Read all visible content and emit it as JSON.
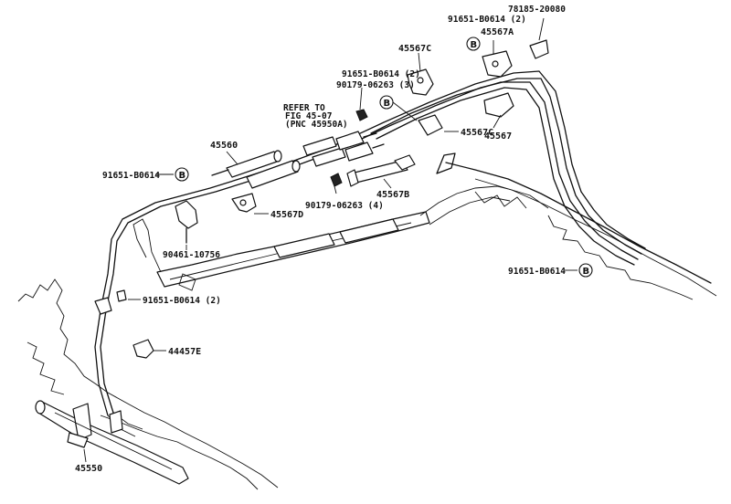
{
  "labels": {
    "p78185": "78185-20080",
    "p91651_top_a": "91651-B0614 (2)",
    "p45567A": "45567A",
    "p45567C_top": "45567C",
    "p91651_top_b": "91651-B0614 (2)",
    "p90179_a": "90179-06263 (3)",
    "refer_1": "REFER TO",
    "refer_2": "FIG 45-07",
    "refer_3": "(PNC 45950A)",
    "p45567C_mid": "45567C",
    "p45567": "45567",
    "p45560": "45560",
    "p91651_left": "91651-B0614",
    "p45567D": "45567D",
    "p90179_b": "90179-06263 (4)",
    "p45567B": "45567B",
    "p90461": "90461-10756",
    "p91651_right": "91651-B0614",
    "p91651_low": "91651-B0614 (2)",
    "p44457E": "44457E",
    "p45550": "45550",
    "bolt_mark": "B"
  }
}
